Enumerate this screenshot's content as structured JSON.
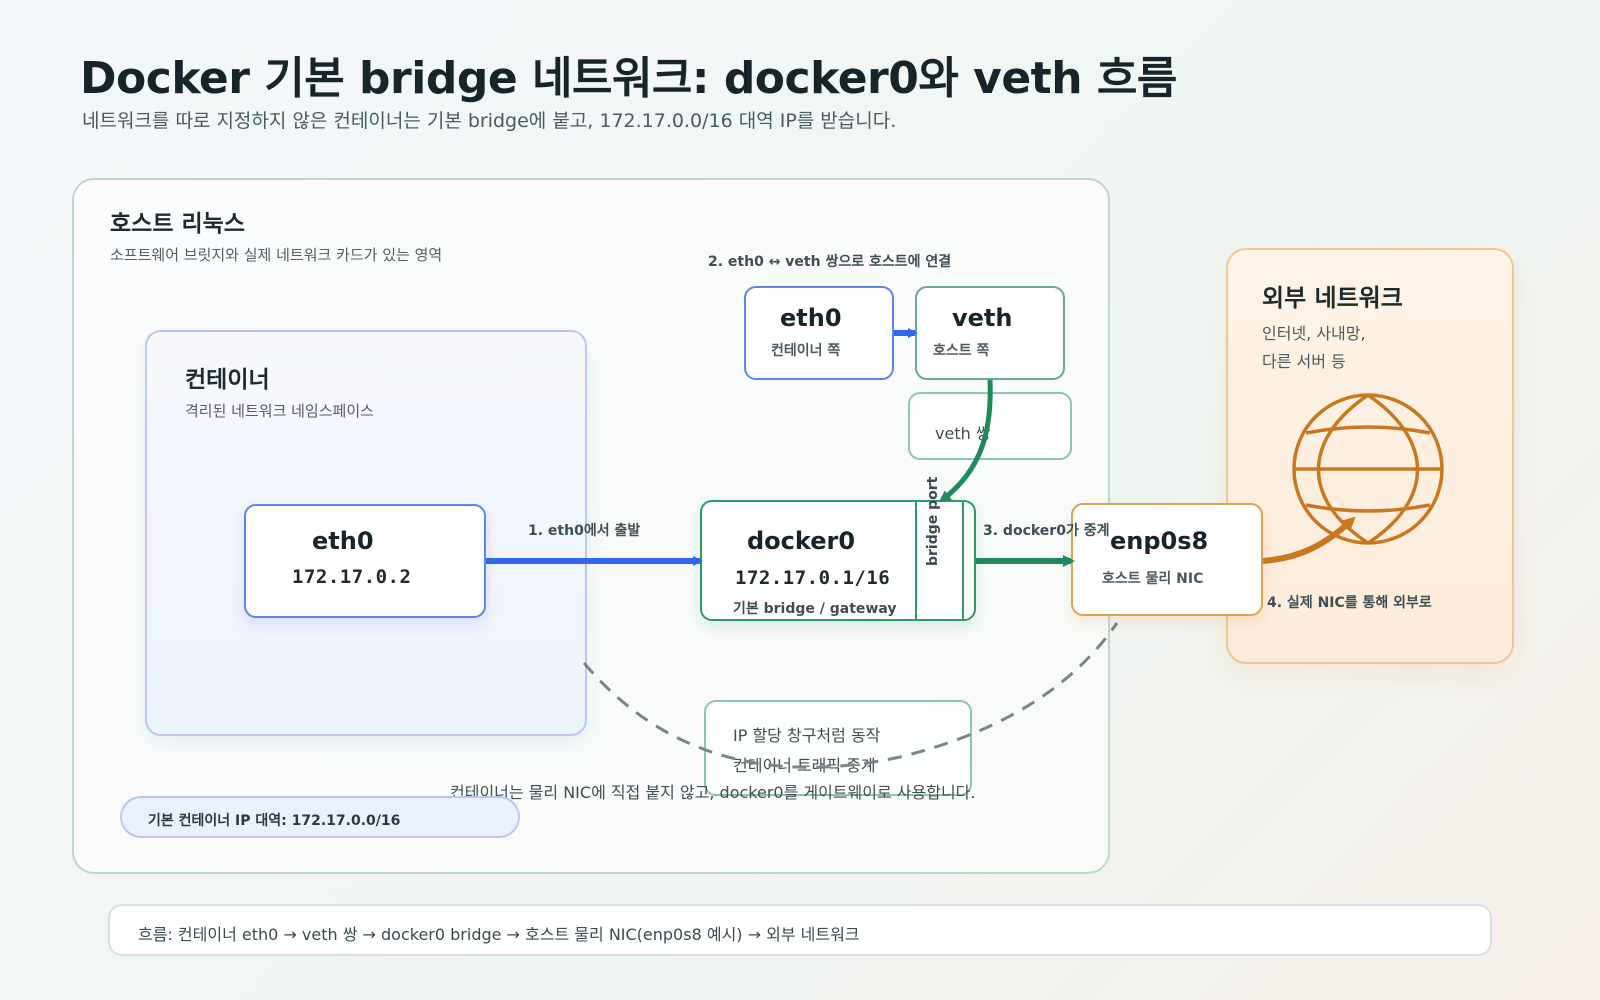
{
  "header": {
    "title": "Docker 기본 bridge 네트워크: docker0와 veth 흐름",
    "subtitle": "네트워크를 따로 지정하지 않은 컨테이너는 기본 bridge에 붙고, 172.17.0.0/16 대역 IP를 받습니다."
  },
  "host": {
    "title": "호스트 리눅스",
    "subtitle": "소프트웨어 브릿지와 실제 네트워크 카드가 있는 영역",
    "cidr_note": "기본 컨테이너 IP 대역: 172.17.0.0/16",
    "bottom_note": "컨테이너는 물리 NIC에 직접 붙지 않고, docker0를 게이트웨이로 사용합니다."
  },
  "container": {
    "title": "컨테이너",
    "subtitle": "격리된 네트워크 네임스페이스",
    "eth0": {
      "name": "eth0",
      "ip": "172.17.0.2"
    }
  },
  "docker0": {
    "name": "docker0",
    "ip": "172.17.0.1/16",
    "desc": "기본 bridge / gateway",
    "port_label": "bridge port",
    "note_lines": [
      "IP 할당 창구처럼 동작",
      "컨테이너 트래픽 중계"
    ]
  },
  "veth_pair": {
    "caption": "2. eth0 ↔ veth 쌍으로 호스트에 연결",
    "eth0": {
      "name": "eth0",
      "side": "컨테이너 쪽"
    },
    "veth": {
      "name": "veth",
      "side": "호스트 쪽"
    },
    "pair_label": "veth 쌍"
  },
  "nic": {
    "name": "enp0s8",
    "desc": "호스트 물리 NIC"
  },
  "external": {
    "title": "외부 네트워크",
    "lines": [
      "인터넷, 사내망,",
      "다른 서버 등"
    ]
  },
  "edges": {
    "step1": "1. eth0에서 출발",
    "step3": "3. docker0가 중계",
    "step4": "4. 실제 NIC를 통해 외부로"
  },
  "footer": {
    "flow": "흐름: 컨테이너 eth0 → veth 쌍 → docker0 bridge → 호스트 물리 NIC(enp0s8 예시) → 외부 네트워크"
  },
  "colors": {
    "container_blue": "#5d86ea",
    "bridge_green": "#2c9a6a",
    "nic_orange": "#dca352",
    "globe_orange": "#c9781f"
  }
}
